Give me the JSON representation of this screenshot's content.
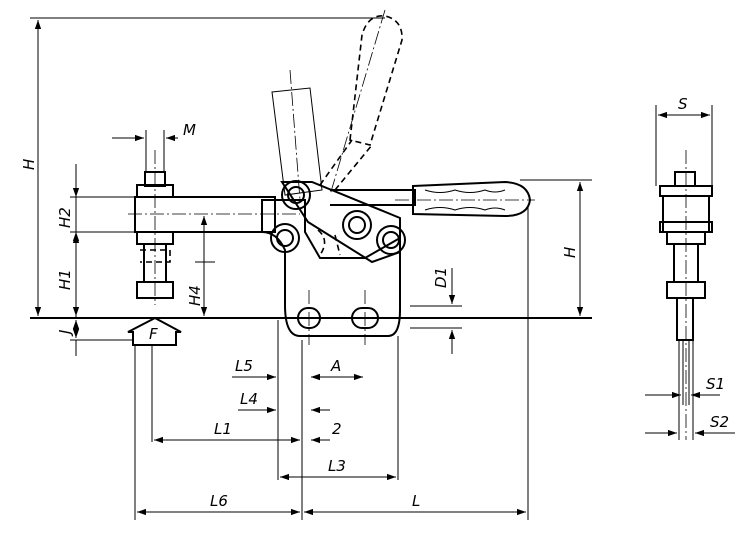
{
  "labels": {
    "H_main": "H",
    "H_side": "H",
    "H1": "H1",
    "H2": "H2",
    "H4": "H4",
    "J": "J",
    "F": "F",
    "M": "M",
    "D1": "D1",
    "L5": "L5",
    "A": "A",
    "L4": "L4",
    "L1": "L1",
    "two": "2",
    "L3": "L3",
    "L6": "L6",
    "L": "L",
    "S": "S",
    "S1": "S1",
    "S2": "S2"
  }
}
